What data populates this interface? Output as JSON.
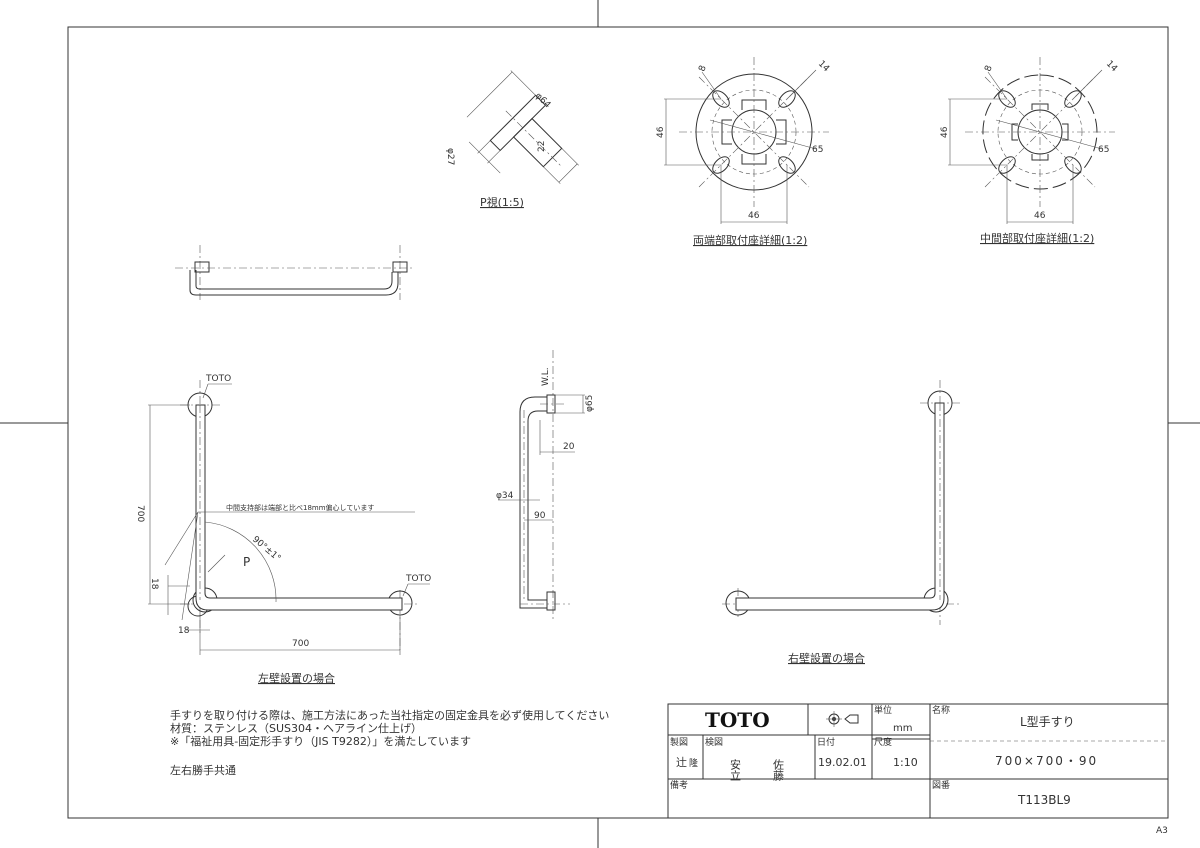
{
  "p_view": {
    "caption": "P視(1:5)",
    "dia_flange": "φ64",
    "dia_pipe": "φ27",
    "thickness": "22"
  },
  "end_mount": {
    "caption": "両端部取付座詳細(1:2)",
    "hole": "8",
    "slot": "14",
    "v_pitch": "46",
    "h_pitch": "46",
    "dia": "65"
  },
  "mid_mount": {
    "caption": "中間部取付座詳細(1:2)",
    "hole": "8",
    "slot": "14",
    "v_pitch": "46",
    "h_pitch": "46",
    "dia": "65"
  },
  "left_install": {
    "caption": "左壁設置の場合",
    "brand_top": "TOTO",
    "brand_right": "TOTO",
    "height": "700",
    "width": "700",
    "offset_v": "18",
    "offset_h": "18",
    "note": "中間支持部は端部と比べ18mm偏心しています",
    "angle": "90°±1°",
    "view_mark": "P"
  },
  "side_view": {
    "wl": "W.L.",
    "flange_dia": "φ65",
    "gap": "20",
    "pipe_dia": "φ34",
    "projection": "90"
  },
  "right_install": {
    "caption": "右壁設置の場合"
  },
  "notes": {
    "line1": "手すりを取り付ける際は、施工方法にあった当社指定の固定金具を必ず使用してください",
    "line2": "材質：ステンレス（SUS304・ヘアライン仕上げ）",
    "line3": "※「福祉用具-固定形手すり（JIS T9282）」を満たしています",
    "line4": "左右勝手共通"
  },
  "title_block": {
    "logo": "TOTO",
    "unit_label": "単位",
    "unit": "mm",
    "name_label": "名称",
    "name": "L型手すり",
    "size": "700×700・90",
    "drawn_label": "製図",
    "drawn_by": "辻",
    "drawn_seal": "隆",
    "checked_label": "検図",
    "checker1": "安立",
    "checker2": "佐藤",
    "date_label": "日付",
    "date": "19.02.01",
    "scale_label": "尺度",
    "scale": "1:10",
    "remarks_label": "備考",
    "drawing_no_label": "図番",
    "drawing_no": "T113BL9"
  },
  "sheet_size": "A3"
}
